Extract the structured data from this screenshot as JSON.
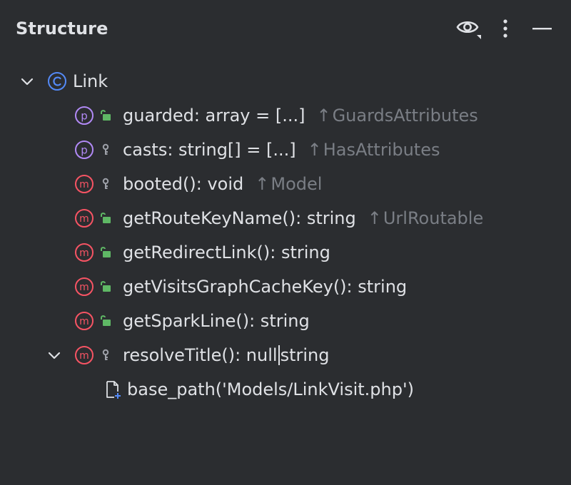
{
  "panel": {
    "title": "Structure"
  },
  "header_icons": [
    "eye-icon",
    "more-vertical-icon",
    "minimize-icon"
  ],
  "tree": {
    "root": {
      "label": "Link",
      "kind": "class",
      "expanded": true
    },
    "items": [
      {
        "kind": "property",
        "visibility": "protected",
        "name": "guarded: array = [...]",
        "origin": "GuardsAttributes"
      },
      {
        "kind": "property",
        "visibility": "private",
        "name": "casts: string[] = [...]",
        "origin": "HasAttributes"
      },
      {
        "kind": "method",
        "visibility": "private",
        "name": "booted(): void",
        "origin": "Model"
      },
      {
        "kind": "method",
        "visibility": "protected",
        "name": "getRouteKeyName(): string",
        "origin": "UrlRoutable"
      },
      {
        "kind": "method",
        "visibility": "protected",
        "name": "getRedirectLink(): string",
        "origin": ""
      },
      {
        "kind": "method",
        "visibility": "protected",
        "name": "getVisitsGraphCacheKey(): string",
        "origin": ""
      },
      {
        "kind": "method",
        "visibility": "protected",
        "name": "getSparkLine(): string",
        "origin": ""
      },
      {
        "kind": "method",
        "visibility": "private",
        "name_before_caret": "resolveTitle(): null",
        "name_after_caret": "string",
        "origin": "",
        "expanded": true
      }
    ],
    "child": {
      "label": "base_path('Models/LinkVisit.php')",
      "kind": "file-include"
    }
  },
  "colors": {
    "background": "#2b2d30",
    "text": "#dfe1e5",
    "muted": "#7a7e85",
    "class_icon": "#548af7",
    "property_icon": "#b189f5",
    "method_icon": "#f75464",
    "lock_green": "#5fb865"
  }
}
